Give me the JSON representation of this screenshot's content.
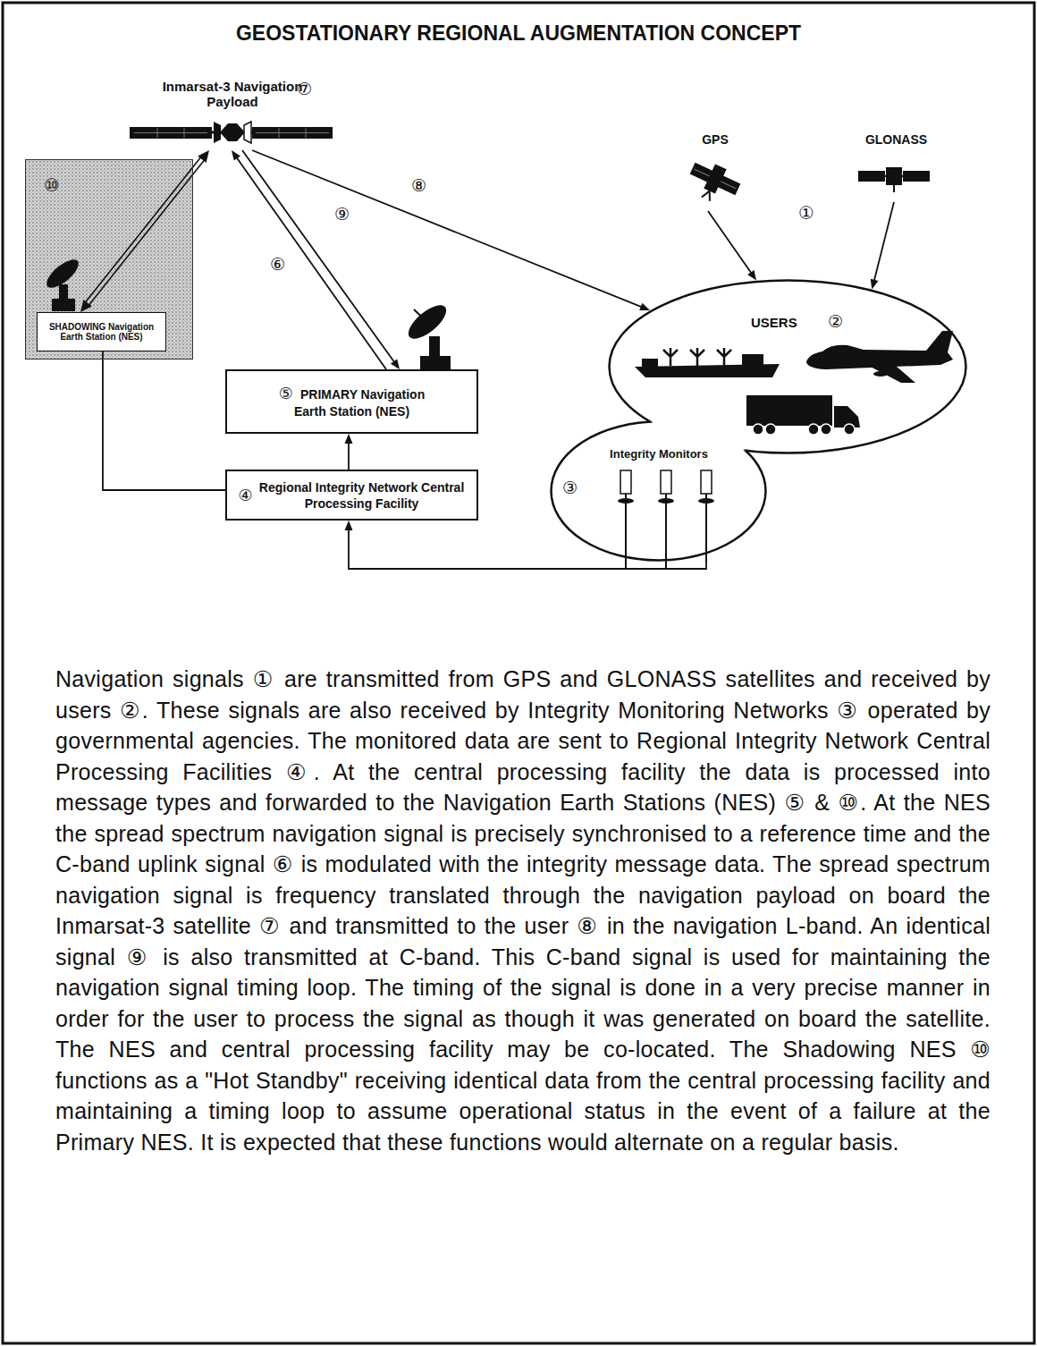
{
  "diagram": {
    "title": "GEOSTATIONARY REGIONAL AUGMENTATION CONCEPT",
    "nodes": [
      {
        "text": [
          "Inmarsat-3 Navigation Payload",
          "⑦"
        ]
      },
      {
        "text": [
          "GPS"
        ]
      },
      {
        "text": [
          "GLONASS"
        ]
      },
      {
        "text": [
          "⑩"
        ]
      },
      {
        "text": [
          "SHADOWING Navigation Earth Station (NES)"
        ],
        "in": 3
      },
      {
        "text": [
          "⑤",
          "PRIMARY Navigation Earth Station (NES)"
        ]
      },
      {
        "text": [
          "④",
          "Regional Integrity Network Central Processing Facility"
        ]
      },
      {
        "text": [
          "USERS",
          "②"
        ]
      },
      {
        "text": [
          "Integrity Monitors",
          "③"
        ]
      }
    ],
    "edges": [
      {
        "from": 1,
        "to": 7,
        "arrow": "to"
      },
      {
        "from": 2,
        "to": 7,
        "arrow": "to"
      },
      {
        "from": 0,
        "to": 7,
        "label": "⑧",
        "arrow": "to"
      },
      {
        "from": 5,
        "to": 0,
        "label": "⑥",
        "arrow": "to"
      },
      {
        "from": 0,
        "to": 5,
        "label": "⑨",
        "arrow": "to"
      },
      {
        "from": 4,
        "to": 0,
        "arrow": "both"
      },
      {
        "from": 4,
        "to": 6,
        "arrow": "none"
      },
      {
        "from": 6,
        "to": 5,
        "arrow": "to"
      },
      {
        "from": 8,
        "to": 6,
        "arrow": "to"
      }
    ],
    "labels": [
      "①",
      "Navigation signals ① are transmitted from GPS and GLONASS satellites and received by users ②. These signals are also received by Integrity Monitoring Networks ③ operated by governmental agencies. The monitored data are sent to Regional Integrity Network Central Processing Facilities ④. At the central processing facility the data is processed into message types and forwarded to the Navigation Earth Stations (NES) ⑤ & ⑩. At the NES the spread spectrum navigation signal is precisely synchronised to a reference time and the C-band uplink signal ⑥ is modulated with the integrity message data. The spread spectrum navigation signal is frequency translated through the navigation payload on board the Inmarsat-3 satellite ⑦ and transmitted to the user ⑧ in the navigation L-band. An identical signal ⑨ is also transmitted at C-band. This C-band signal is used for maintaining the navigation signal timing loop. The timing of the signal is done in a very precise manner in order for the user to process the signal as though it was generated on board the satellite. The NES and central processing facility may be co-located. The Shadowing NES ⑩ functions as a \"Hot Standby\" receiving identical data from the central processing facility and maintaining a timing loop to assume operational status in the event of a failure at the Primary NES. It is expected that these functions would alternate on a regular basis."
    ]
  }
}
